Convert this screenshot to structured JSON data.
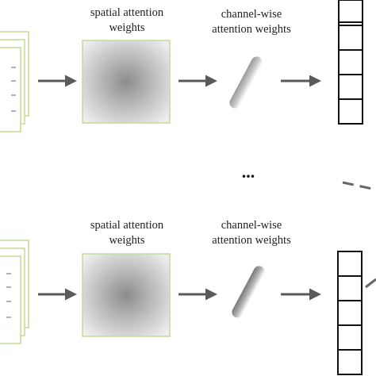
{
  "rows": [
    {
      "spatial_label_line1": "spatial attention",
      "spatial_label_line2": "weights",
      "channel_label_line1": "channel-wise",
      "channel_label_line2": "attention weights"
    },
    {
      "spatial_label_line1": "spatial attention",
      "spatial_label_line2": "weights",
      "channel_label_line1": "channel-wise",
      "channel_label_line2": "attention weights"
    }
  ],
  "ellipsis": "...",
  "colors": {
    "frame_border": "#c6dc9a",
    "arrow": "#5a5a5a",
    "vector_border": "#111111",
    "dashed_line": "#666666"
  }
}
